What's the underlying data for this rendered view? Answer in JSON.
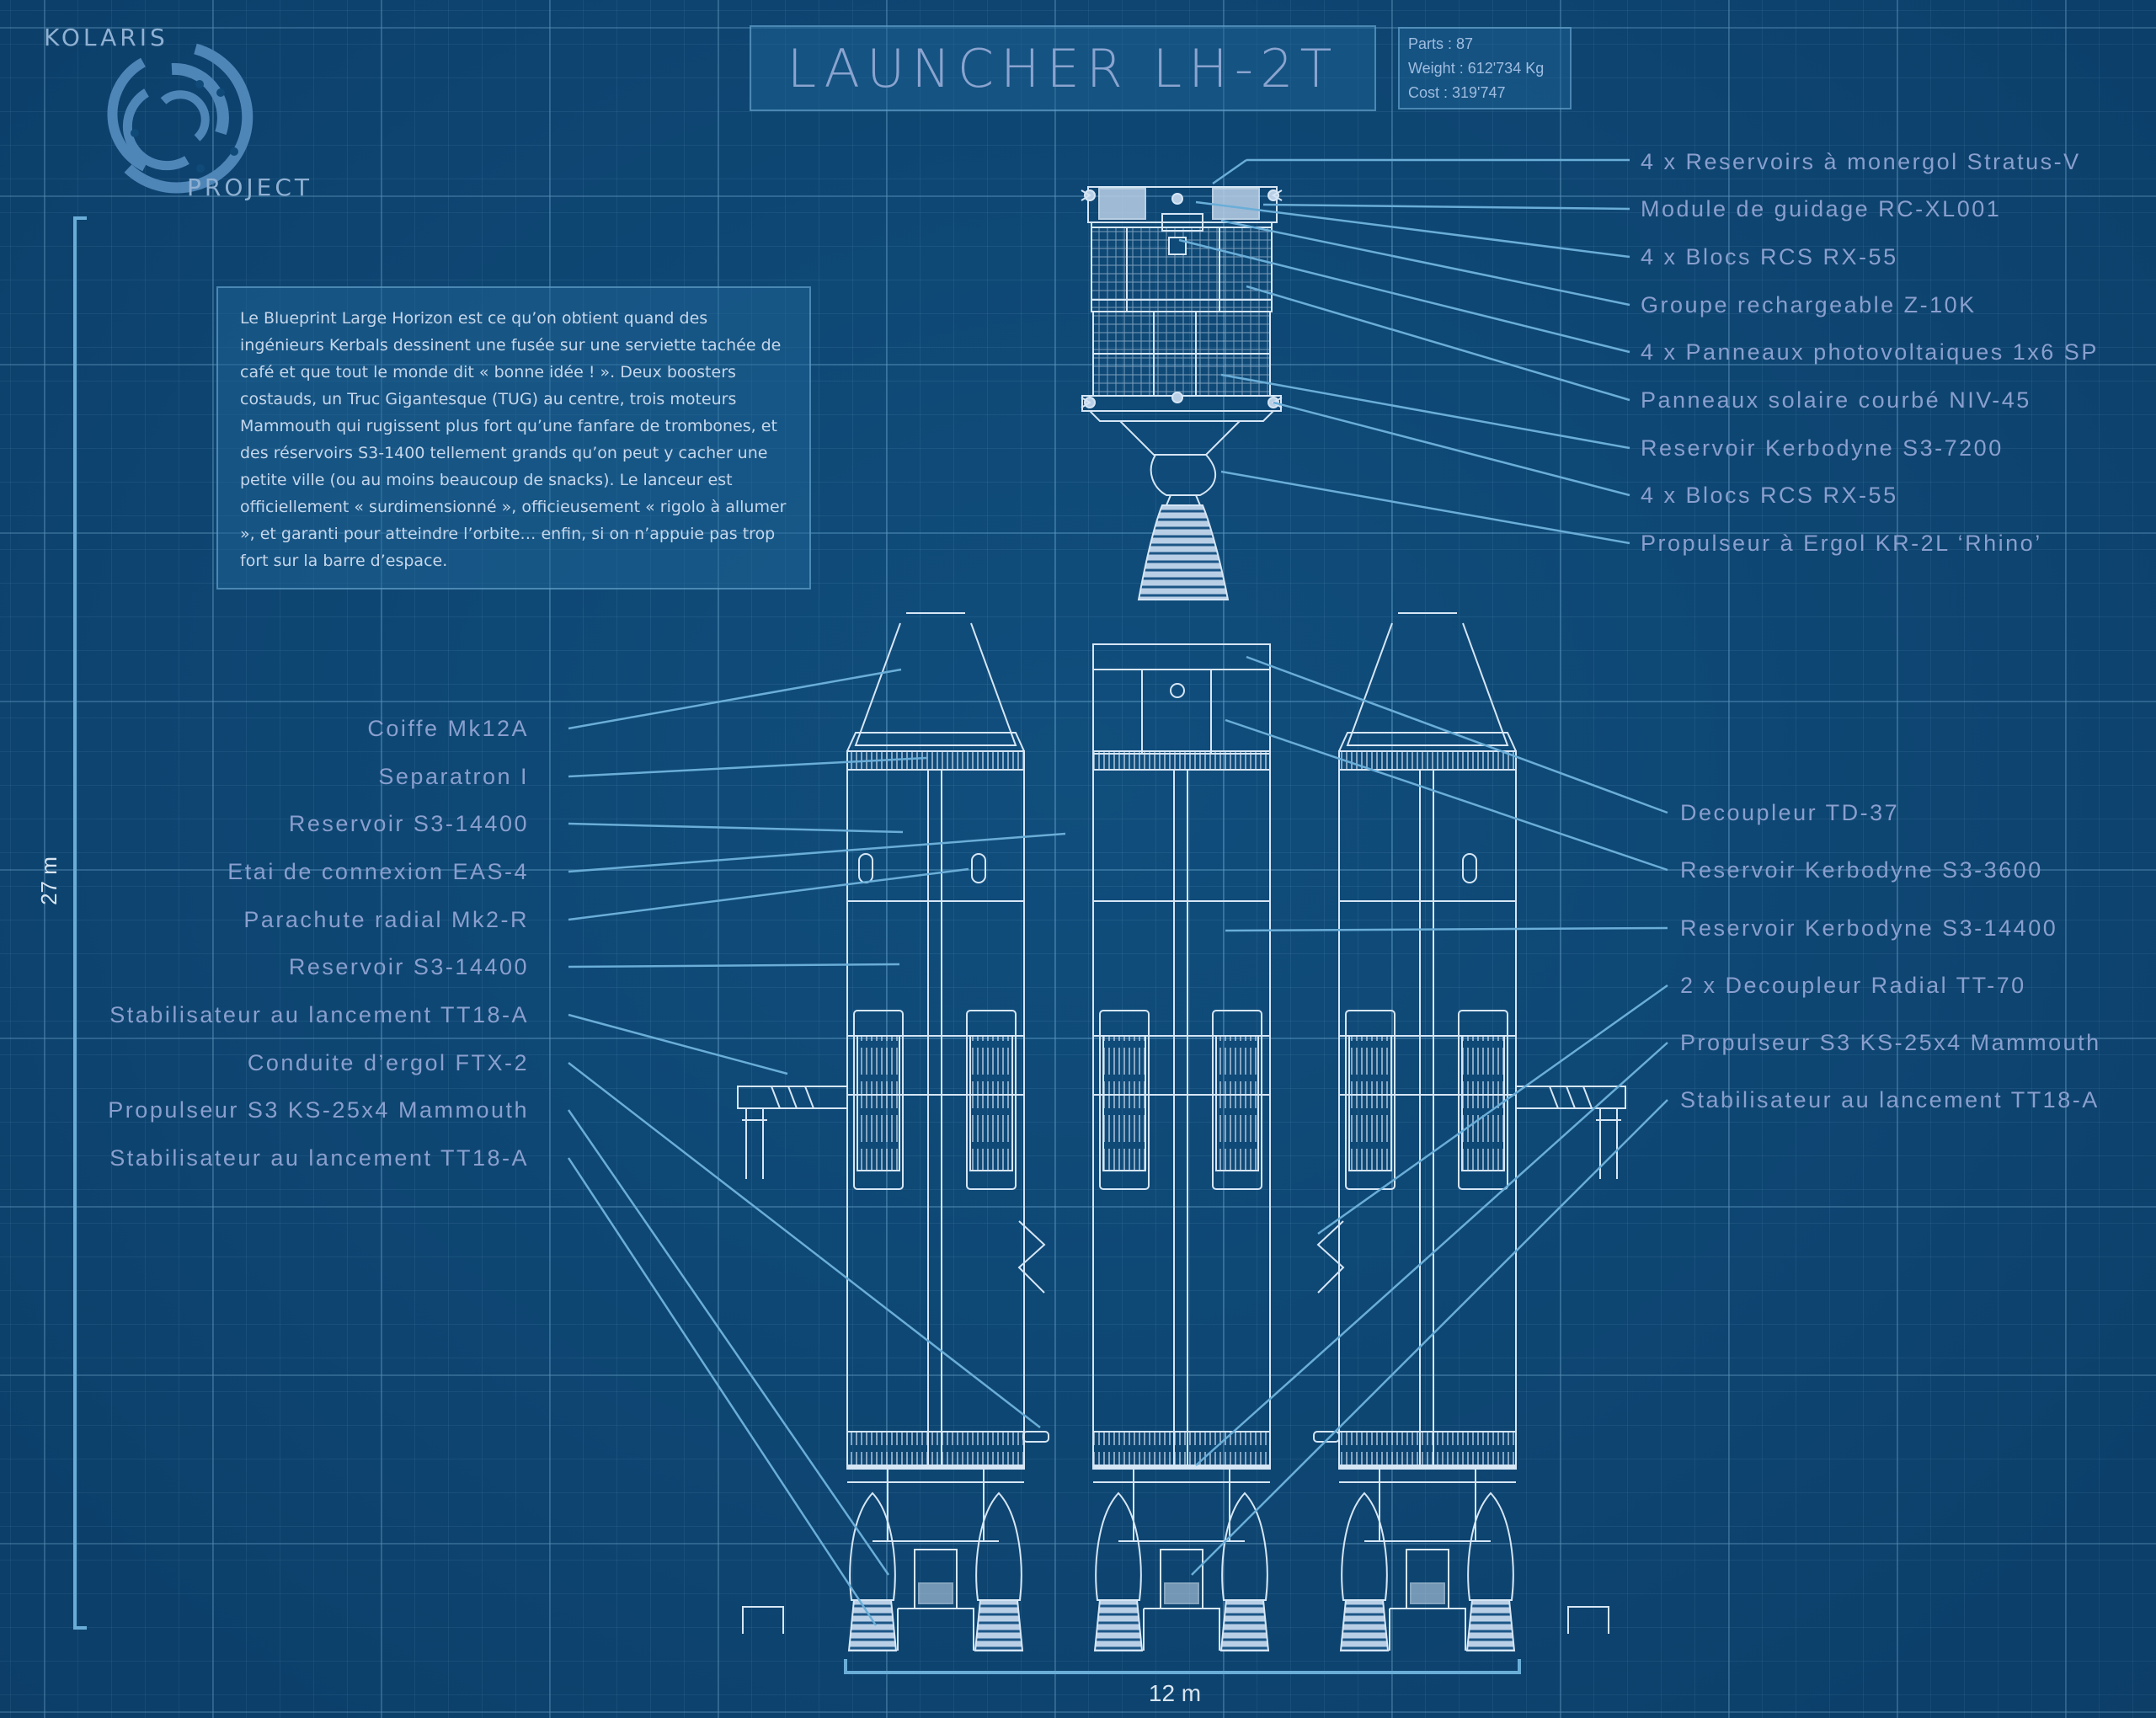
{
  "brand": {
    "top": "KOLARIS",
    "bottom": "PROJECT",
    "logo_icon": "concentric-rings-logo-icon"
  },
  "title": "LAUNCHER LH-2T",
  "stats": {
    "parts": "Parts : 87",
    "weight": "Weight : 612'734 Kg",
    "cost": "Cost : 319'747"
  },
  "description": "Le Blueprint Large Horizon  est ce qu’on obtient quand des ingénieurs Kerbals dessinent une fusée sur une serviette tachée de café et que tout le monde dit « bonne idée ! ». Deux boosters costauds, un Truc Gigantesque (TUG) au centre, trois moteurs Mammouth qui rugissent plus fort qu’une fanfare de trombones, et des réservoirs S3-1400 tellement grands qu’on peut y cacher une petite ville (ou au moins beaucoup de snacks). Le lanceur est officiellement « surdimensionné », officieusement « rigolo à allumer », et garanti pour atteindre l’orbite… enfin, si on n’appuie pas trop fort sur la barre d’espace.",
  "dimensions": {
    "height": "27 m",
    "width": "12 m"
  },
  "upper_stage_labels": [
    "4 x Reservoirs à monergol Stratus-V",
    "Module de guidage RC-XL001",
    " 4 x Blocs RCS RX-55",
    "Groupe rechargeable Z-10K",
    "4 x Panneaux photovoltaiques 1x6 SP",
    "Panneaux solaire courbé NIV-45",
    "Reservoir Kerbodyne S3-7200",
    "4 x Blocs RCS RX-55",
    "Propulseur à Ergol KR-2L ‘Rhino’"
  ],
  "left_labels": [
    "Coiffe Mk12A",
    "Separatron I",
    "Reservoir S3-14400",
    "Etai de connexion EAS-4",
    "Parachute radial Mk2-R",
    "Reservoir S3-14400",
    "Stabilisateur au lancement TT18-A",
    "Conduite d’ergol FTX-2",
    "Propulseur S3 KS-25x4 Mammouth",
    "Stabilisateur au lancement TT18-A"
  ],
  "right_labels": [
    "Decoupleur TD-37",
    "Reservoir Kerbodyne S3-3600",
    "Reservoir Kerbodyne S3-14400",
    "2 x Decoupleur Radial TT-70",
    "Propulseur S3 KS-25x4 Mammouth",
    "Stabilisateur au lancement  TT18-A"
  ],
  "colors": {
    "background": "#0f4a78",
    "line": "#d6e6f5",
    "leader": "#6aaed8",
    "label": "#8a9fce"
  }
}
